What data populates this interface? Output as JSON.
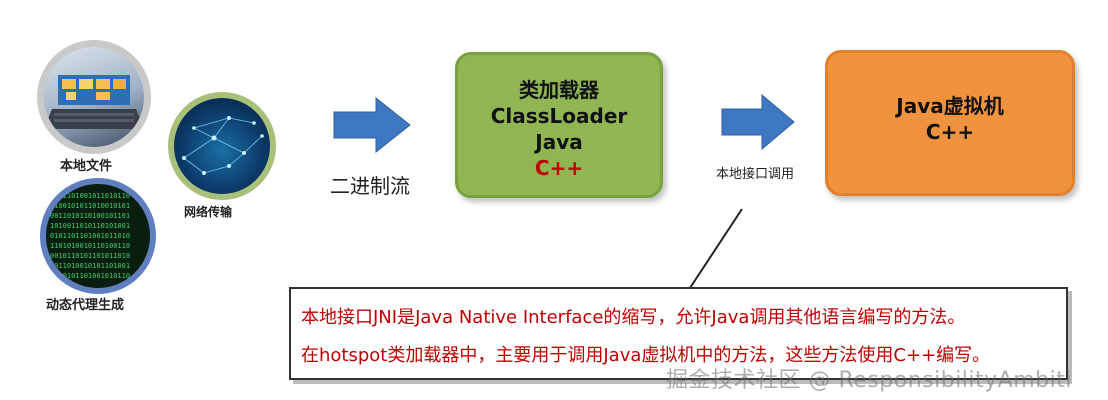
{
  "sources": {
    "local_file": "本地文件",
    "network": "网络传输",
    "dynamic_proxy": "动态代理生成"
  },
  "flow1_label": "二进制流",
  "classloader_box": {
    "line1": "类加载器",
    "line2": "ClassLoader",
    "line3": "Java",
    "line4": "C++"
  },
  "flow2_label": "本地接口调用",
  "jvm_box": {
    "line1": "Java虚拟机",
    "line2": "C++"
  },
  "note": {
    "line1": "本地接口JNI是Java Native Interface的缩写，允许Java调用其他语言编写的方法。",
    "line2": "在hotspot类加载器中，主要用于调用Java虚拟机中的方法，这些方法使用C++编写。"
  },
  "watermark": "掘金技术社区 @ ResponsibilityAmbiti",
  "colors": {
    "green_box": "#8fb653",
    "orange_box": "#f0923e",
    "arrow": "#3e78c2",
    "note_text": "#c00000"
  }
}
